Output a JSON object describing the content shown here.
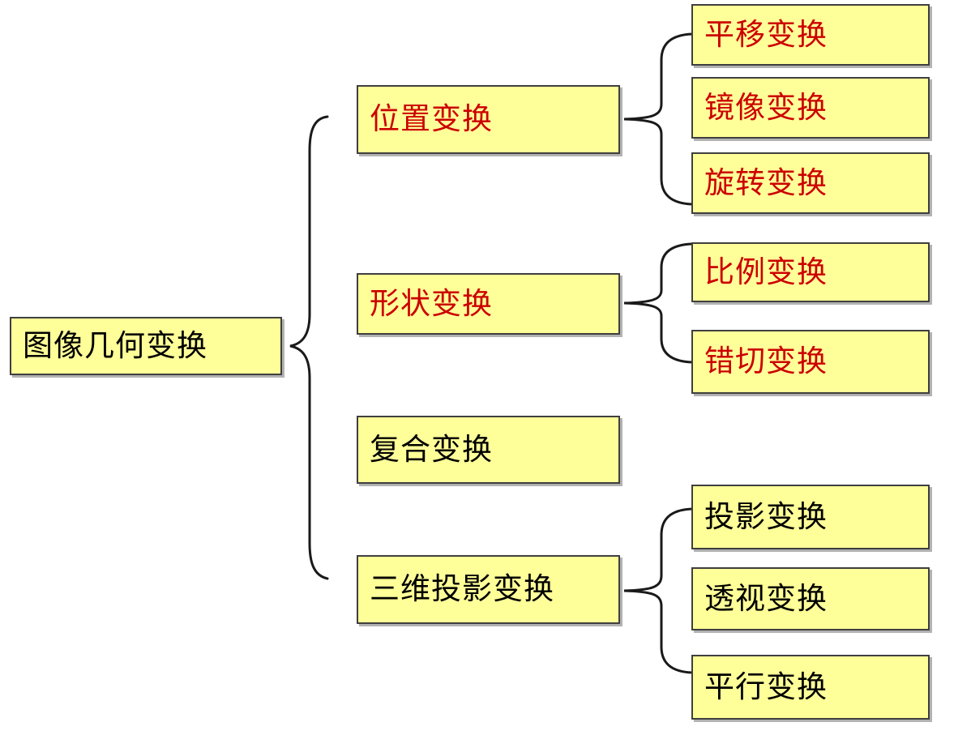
{
  "diagram": {
    "type": "hierarchy-tree",
    "orientation": "left-to-right",
    "background_color": "#ffffff",
    "node_fill_color": "#ffff99",
    "node_border_color": "#3f3f3f",
    "text_colors": {
      "black": "#000000",
      "red": "#cc0000"
    },
    "connector_style": "curly-brace",
    "root": {
      "label": "图像几何变换",
      "text_color": "black"
    },
    "level2": [
      {
        "id": "position",
        "label": "位置变换",
        "text_color": "red"
      },
      {
        "id": "shape",
        "label": "形状变换",
        "text_color": "red"
      },
      {
        "id": "composite",
        "label": "复合变换",
        "text_color": "black"
      },
      {
        "id": "projection",
        "label": "三维投影变换",
        "text_color": "black"
      }
    ],
    "level3": {
      "position": [
        {
          "label": "平移变换",
          "text_color": "red"
        },
        {
          "label": "镜像变换",
          "text_color": "red"
        },
        {
          "label": "旋转变换",
          "text_color": "red"
        }
      ],
      "shape": [
        {
          "label": "比例变换",
          "text_color": "red"
        },
        {
          "label": "错切变换",
          "text_color": "red"
        }
      ],
      "composite": [],
      "projection": [
        {
          "label": "投影变换",
          "text_color": "black"
        },
        {
          "label": "透视变换",
          "text_color": "black"
        },
        {
          "label": "平行变换",
          "text_color": "black"
        }
      ]
    }
  }
}
